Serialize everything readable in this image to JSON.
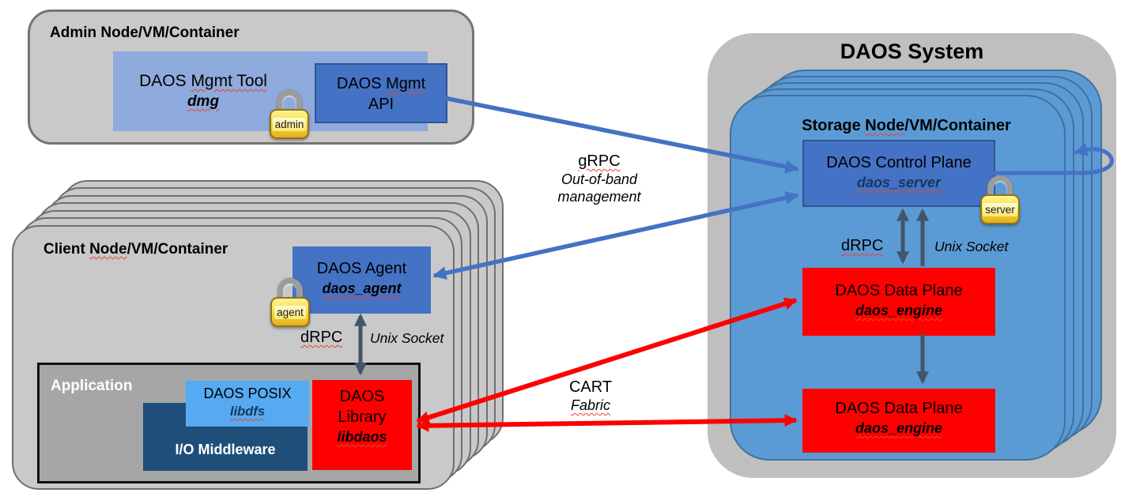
{
  "admin_node": {
    "title": "Admin Node/VM/Container",
    "mgmt_tool": {
      "name_prefix": "DAOS ",
      "name_sq": "Mgmt Tool",
      "code": "dmg"
    },
    "mgmt_api": {
      "line1_prefix": "DAOS ",
      "line1_sq": "Mgmt",
      "line2": "API"
    },
    "lock_label": "admin"
  },
  "client_node": {
    "title_prefix": "Client ",
    "title_sq": "Node",
    "title_suffix": "/VM/Container",
    "agent": {
      "name": "DAOS Agent",
      "code": "daos_agent",
      "lock_label": "agent"
    },
    "drpc": {
      "label": "dRPC",
      "socket": "Unix Socket"
    },
    "application": {
      "title": "Application",
      "posix": {
        "name": "DAOS POSIX",
        "code": "libdfs"
      },
      "middleware": {
        "name": "I/O Middleware"
      },
      "library": {
        "name": "DAOS Library",
        "code": "libdaos"
      }
    }
  },
  "daos_system": {
    "title": "DAOS System",
    "storage_node": {
      "title_prefix": "Storage ",
      "title_sq": "Node",
      "title_suffix": "/VM/Container"
    },
    "control_plane": {
      "name": "DAOS Control Plane",
      "code": "daos_server",
      "lock_label": "server"
    },
    "drpc": {
      "label": "dRPC",
      "socket": "Unix Socket"
    },
    "data_planes": [
      {
        "name": "DAOS Data Plane",
        "code": "daos_engine"
      },
      {
        "name": "DAOS Data Plane",
        "code": "daos_engine"
      }
    ]
  },
  "connections": {
    "grpc": {
      "label": "gRPC",
      "sub1": "Out-of-band",
      "sub2": "management"
    },
    "cart": {
      "label": "CART",
      "sub": "Fabric"
    }
  },
  "colors": {
    "node_gray": "#c9c9c9",
    "system_gray": "#bfbfbf",
    "storage_blue": "#5b9bd5",
    "component_blue": "#4472c4",
    "mgmt_tool_blue": "#8faadc",
    "posix_blue": "#55aaf2",
    "middleware_navy": "#1f4e79",
    "engine_red": "#fe0000",
    "arrow_blue": "#4472c4",
    "arrow_gray": "#44546a",
    "arrow_red": "#ff0000",
    "lock_yellow": "#f8df45"
  }
}
